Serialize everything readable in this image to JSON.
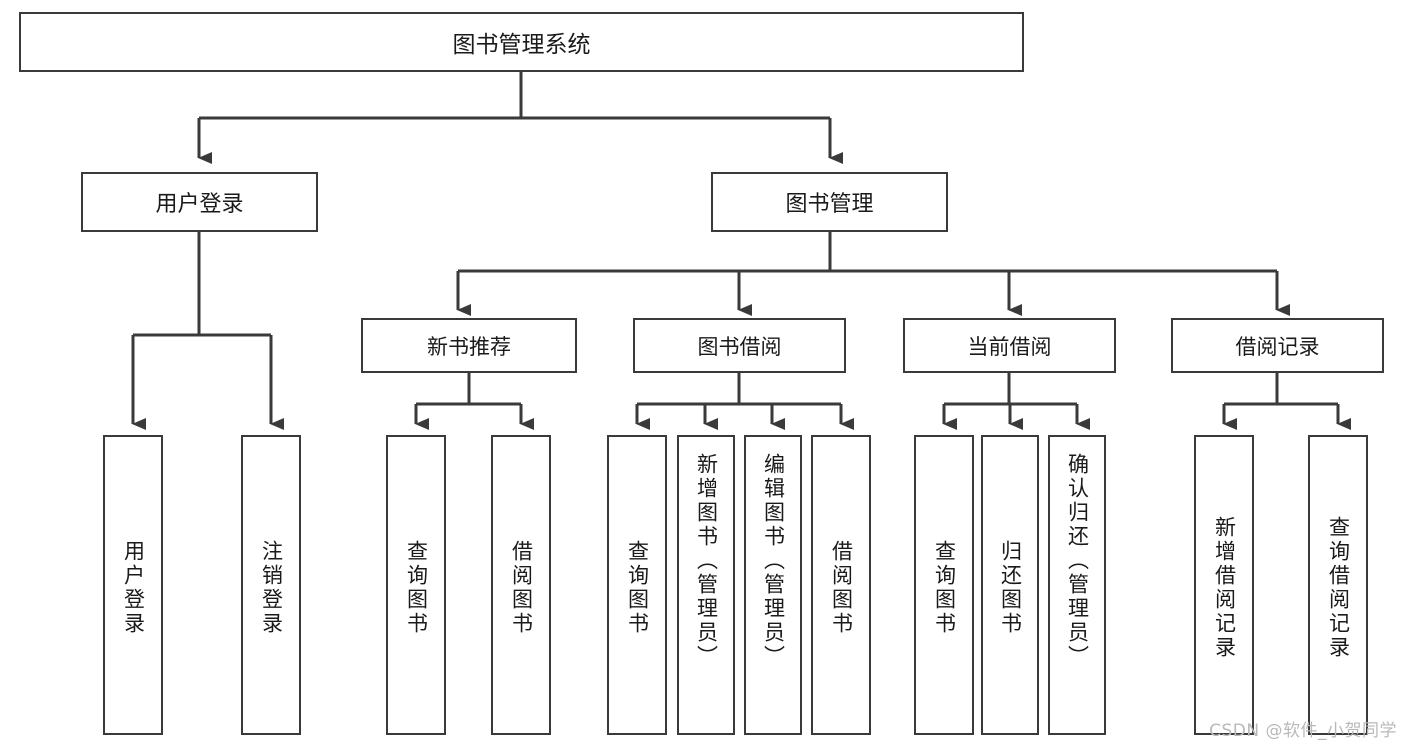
{
  "diagram": {
    "title": "图书管理系统",
    "watermark": "CSDN @软件_小贺同学",
    "line_color": "#3a3a3a",
    "box_fill": "#ffffff",
    "text_color": "#1a1a1a",
    "watermark_color": "#b9b9b9"
  },
  "nodes": {
    "root": {
      "label": "图书管理系统"
    },
    "level2": [
      {
        "label": "用户登录"
      },
      {
        "label": "图书管理"
      }
    ],
    "level3": [
      {
        "label": "新书推荐"
      },
      {
        "label": "图书借阅"
      },
      {
        "label": "当前借阅"
      },
      {
        "label": "借阅记录"
      }
    ],
    "leaves": {
      "user_login": [
        {
          "label": "用户登录"
        },
        {
          "label": "注销登录"
        }
      ],
      "new_book_recommend": [
        {
          "label": "查询图书"
        },
        {
          "label": "借阅图书"
        }
      ],
      "book_borrow": [
        {
          "label": "查询图书"
        },
        {
          "label": "新增图书（管理员）"
        },
        {
          "label": "编辑图书（管理员）"
        },
        {
          "label": "借阅图书"
        }
      ],
      "current_borrow": [
        {
          "label": "查询图书"
        },
        {
          "label": "归还图书"
        },
        {
          "label": "确认归还（管理员）"
        }
      ],
      "borrow_record": [
        {
          "label": "新增借阅记录"
        },
        {
          "label": "查询借阅记录"
        }
      ]
    }
  }
}
